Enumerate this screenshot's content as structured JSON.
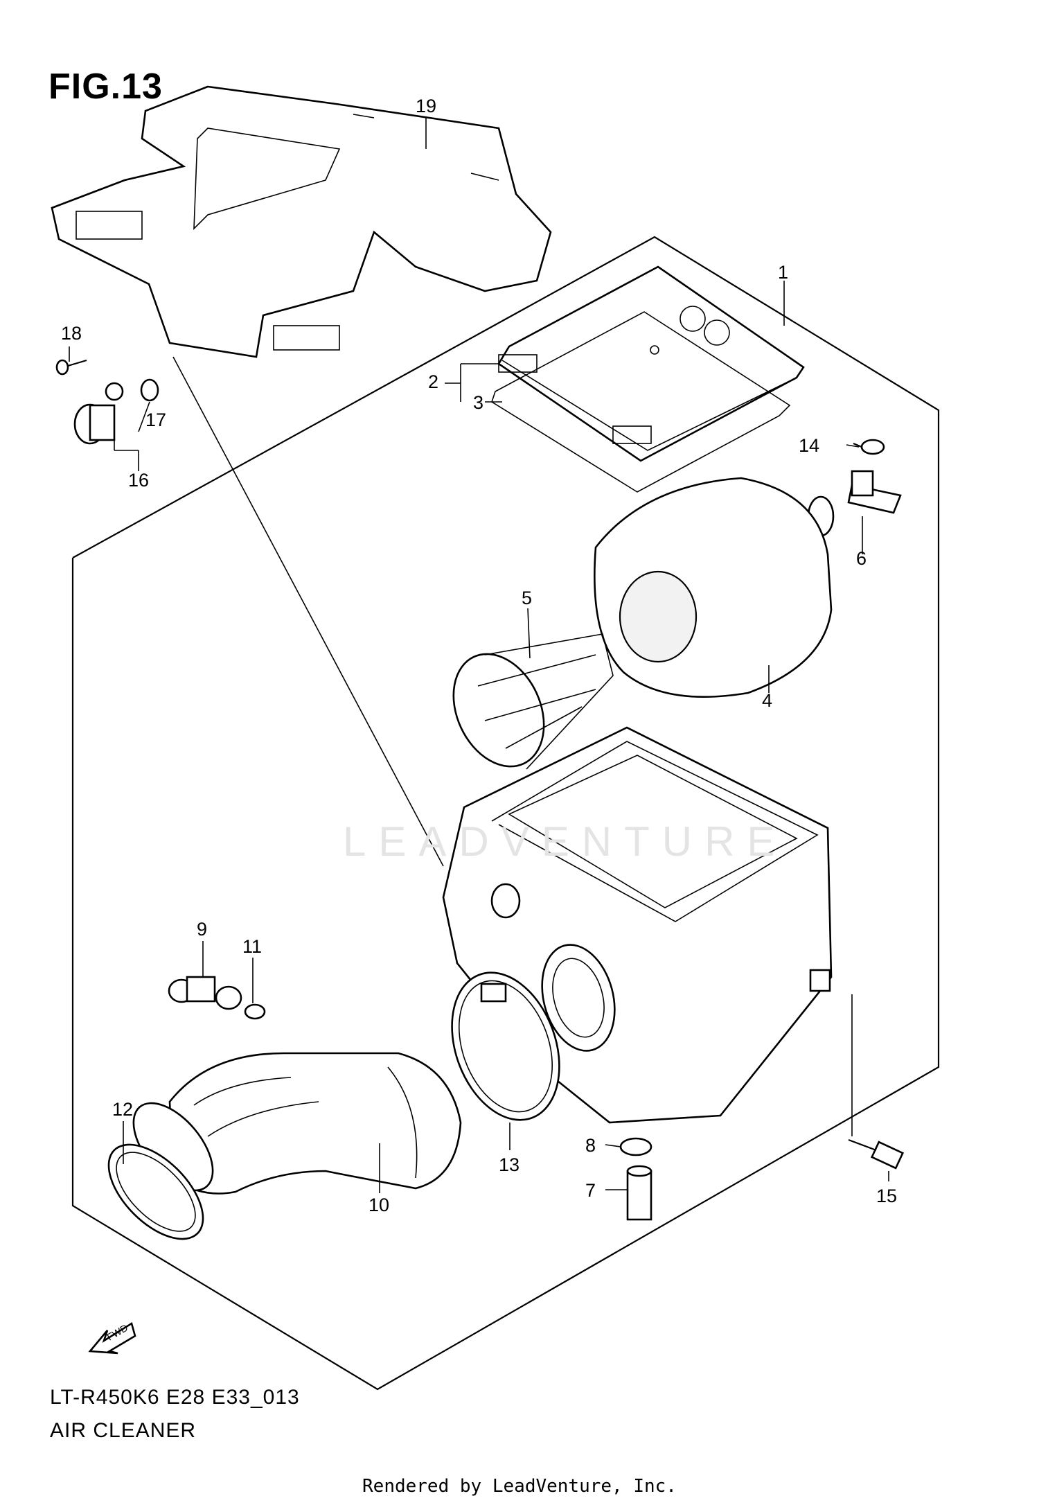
{
  "figure": {
    "title": "FIG.13",
    "model_code": "LT-R450K6 E28 E33_013",
    "name": "AIR CLEANER",
    "credit": "Rendered by LeadVenture, Inc.",
    "watermark": "LEADVENTURE",
    "fwd_label": "FWD"
  },
  "callouts": {
    "p1": "1",
    "p2": "2",
    "p3": "3",
    "p4": "4",
    "p5": "5",
    "p6": "6",
    "p7": "7",
    "p8": "8",
    "p9": "9",
    "p10": "10",
    "p11": "11",
    "p12": "12",
    "p13": "13",
    "p14": "14",
    "p15": "15",
    "p16": "16",
    "p17": "17",
    "p18": "18",
    "p19": "19"
  }
}
